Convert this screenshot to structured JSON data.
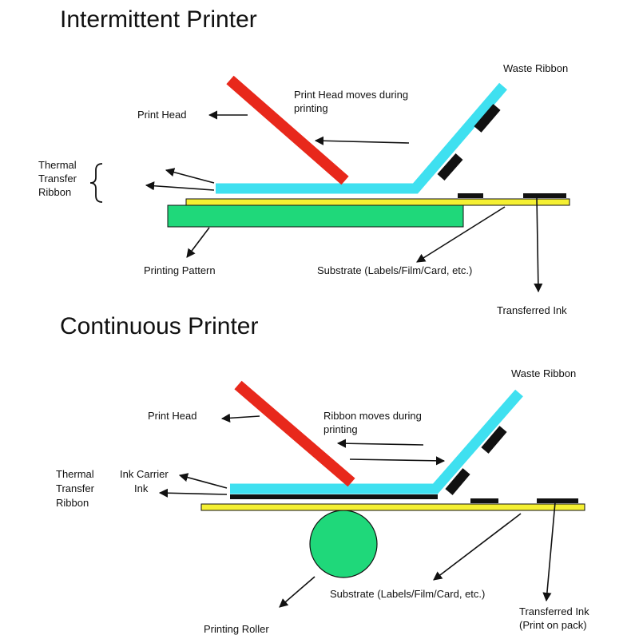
{
  "colors": {
    "print_head": "#e8281b",
    "ribbon": "#3fe0f0",
    "substrate": "#f5f032",
    "printing": "#1fd87a",
    "ink": "#111111"
  },
  "intermittent": {
    "title": "Intermittent Printer",
    "waste_ribbon": "Waste Ribbon",
    "print_head": "Print Head",
    "head_moves": [
      "Print Head moves during",
      "printing"
    ],
    "thermal_transfer_ribbon": [
      "Thermal",
      "Transfer",
      "Ribbon"
    ],
    "printing_pattern": "Printing Pattern",
    "substrate": "Substrate (Labels/Film/Card, etc.)",
    "transferred_ink": "Transferred Ink"
  },
  "continuous": {
    "title": "Continuous Printer",
    "waste_ribbon": "Waste Ribbon",
    "print_head": "Print Head",
    "ribbon_moves": [
      "Ribbon moves during",
      "printing"
    ],
    "thermal_transfer_ribbon": [
      "Thermal",
      "Transfer",
      "Ribbon"
    ],
    "ink_carrier": [
      "Ink Carrier",
      "Ink"
    ],
    "substrate": "Substrate (Labels/Film/Card, etc.)",
    "printing_roller": "Printing Roller",
    "transferred_ink": [
      "Transferred Ink",
      "(Print on pack)"
    ]
  }
}
